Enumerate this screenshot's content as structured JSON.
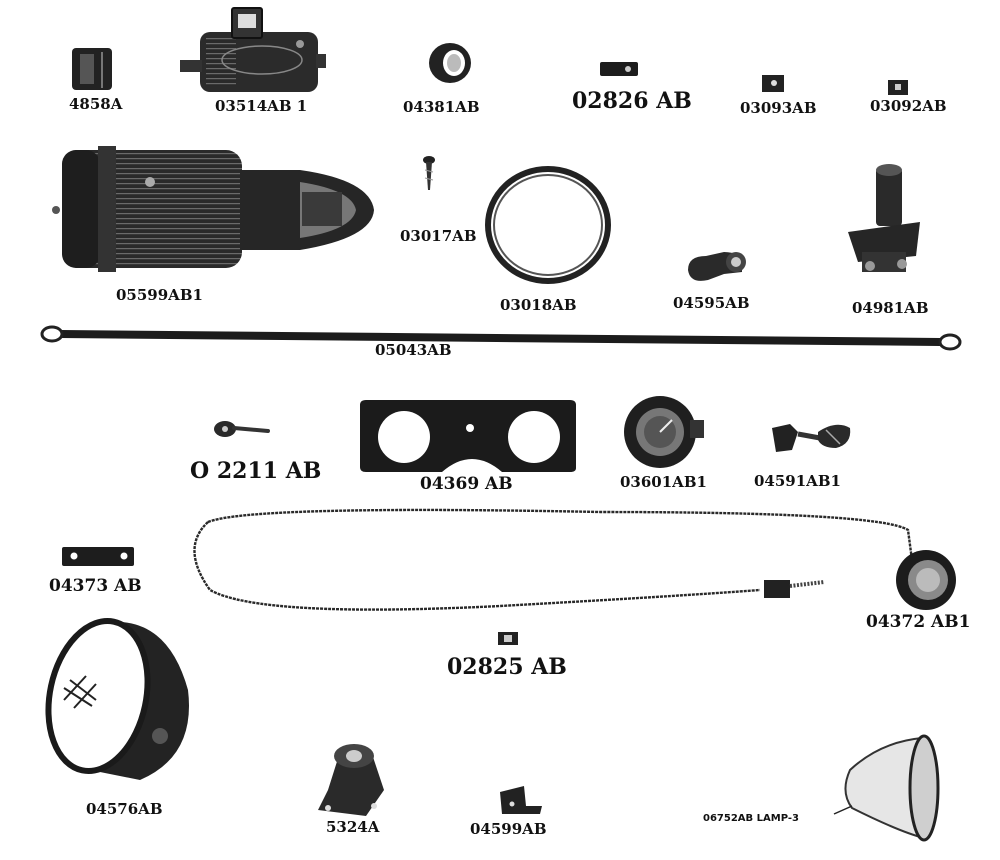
{
  "parts": [
    {
      "id": "p1",
      "label": "4858A",
      "icon": "cylinder-sleeve-icon"
    },
    {
      "id": "p2",
      "label": "03514AB 1",
      "icon": "generator-icon"
    },
    {
      "id": "p3",
      "label": "04381AB",
      "icon": "grommet-icon"
    },
    {
      "id": "p4",
      "label": "02826 AB",
      "icon": "small-clip-icon"
    },
    {
      "id": "p5",
      "label": "03093AB",
      "icon": "small-block-icon"
    },
    {
      "id": "p6",
      "label": "03092AB",
      "icon": "small-block-icon"
    },
    {
      "id": "p7",
      "label": "05599AB1",
      "icon": "starter-motor-icon"
    },
    {
      "id": "p8",
      "label": "03017AB",
      "icon": "screw-icon"
    },
    {
      "id": "p9",
      "label": "03018AB",
      "icon": "ring-band-icon"
    },
    {
      "id": "p10",
      "label": "04595AB",
      "icon": "elbow-connector-icon"
    },
    {
      "id": "p11",
      "label": "04981AB",
      "icon": "starter-switch-icon"
    },
    {
      "id": "p12",
      "label": "05043AB",
      "icon": "battery-cable-icon"
    },
    {
      "id": "p13",
      "label": "O 2211 AB",
      "icon": "terminal-icon"
    },
    {
      "id": "p14",
      "label": "04369 AB",
      "icon": "instrument-panel-plate-icon"
    },
    {
      "id": "p15",
      "label": "03601AB1",
      "icon": "ammeter-gauge-icon"
    },
    {
      "id": "p16",
      "label": "04591AB1",
      "icon": "switch-key-icon"
    },
    {
      "id": "p17",
      "label": "04373 AB",
      "icon": "mounting-strap-icon"
    },
    {
      "id": "p18",
      "label": "04372 AB1",
      "icon": "temperature-gauge-icon"
    },
    {
      "id": "p19",
      "label": "02825 AB",
      "icon": "small-clip-icon"
    },
    {
      "id": "p20",
      "label": "04576AB",
      "icon": "headlamp-icon"
    },
    {
      "id": "p21",
      "label": "5324A",
      "icon": "lamp-bracket-icon"
    },
    {
      "id": "p22",
      "label": "04599AB",
      "icon": "angle-bracket-icon"
    },
    {
      "id": "p23",
      "label": "06752AB LAMP-3",
      "icon": "lamp-lens-icon"
    }
  ]
}
